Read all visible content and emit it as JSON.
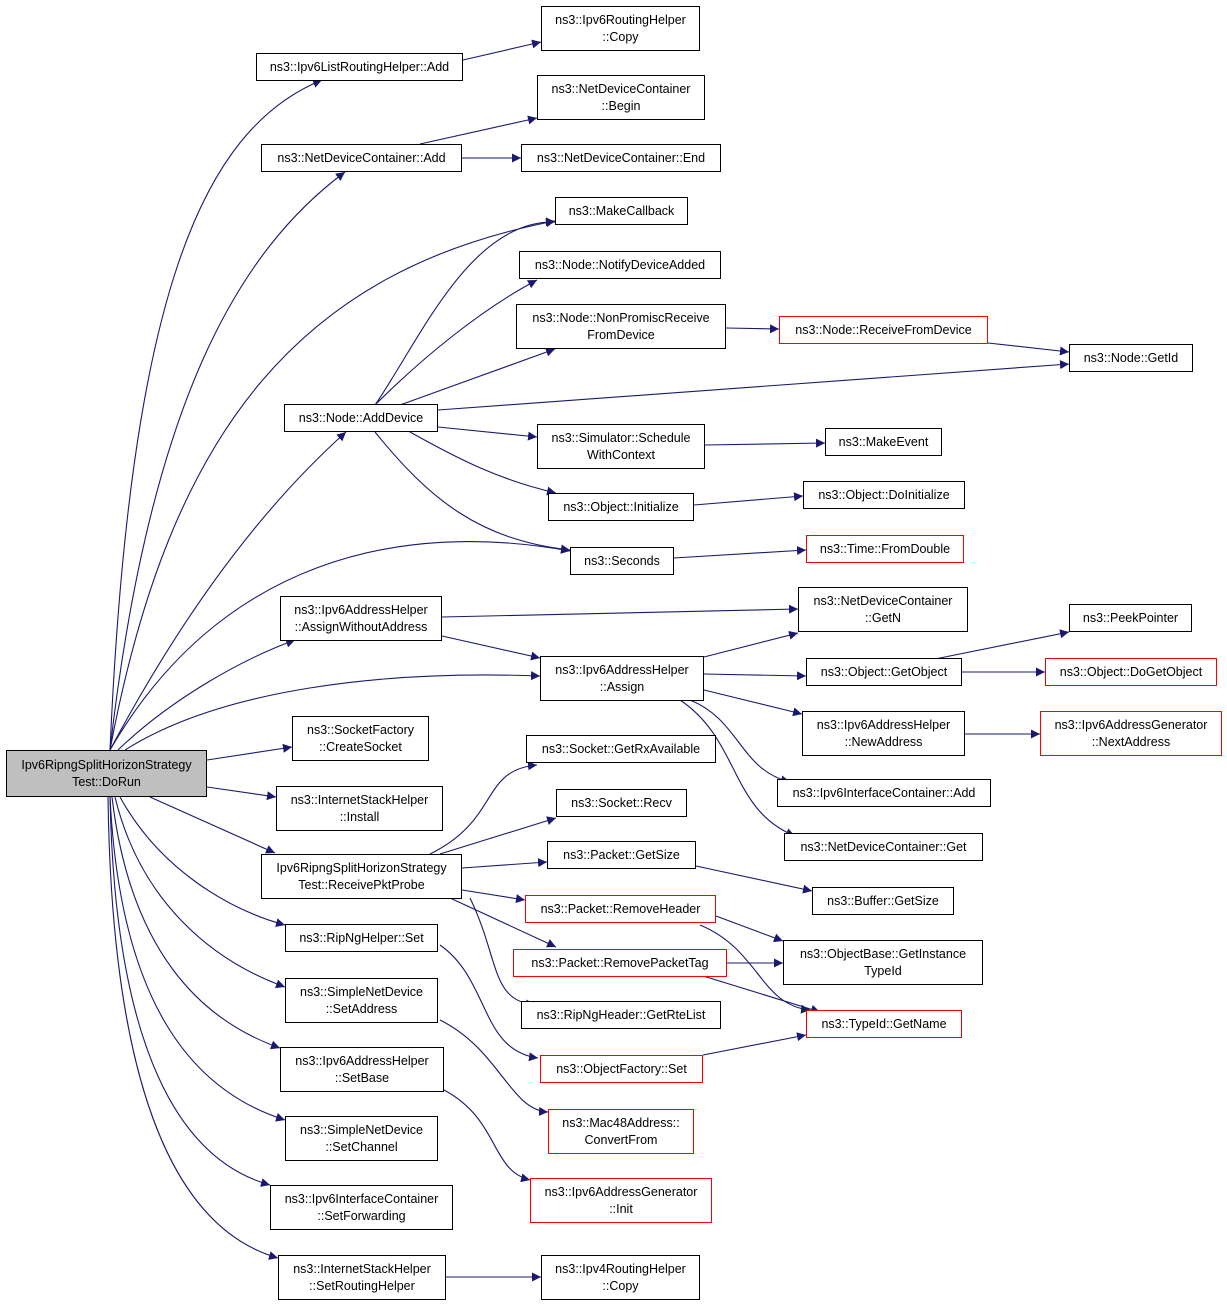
{
  "colors": {
    "edge": "#191970",
    "link_border": "#ff0000",
    "root_fill": "#bfbfbf"
  },
  "nodes": {
    "root": "Ipv6RipngSplitHorizonStrategy\nTest::DoRun",
    "ipv6_list_routing_add": "ns3::Ipv6ListRoutingHelper::Add",
    "ipv6_routing_helper_copy": "ns3::Ipv6RoutingHelper\n::Copy",
    "netdevcont_begin": "ns3::NetDeviceContainer\n::Begin",
    "netdevcont_add": "ns3::NetDeviceContainer::Add",
    "netdevcont_end": "ns3::NetDeviceContainer::End",
    "make_callback": "ns3::MakeCallback",
    "node_notify_device_added": "ns3::Node::NotifyDeviceAdded",
    "node_nonpromisc": "ns3::Node::NonPromiscReceive\nFromDevice",
    "node_receive_from_device": "ns3::Node::ReceiveFromDevice",
    "node_getid": "ns3::Node::GetId",
    "node_add_device": "ns3::Node::AddDevice",
    "simulator_schedule": "ns3::Simulator::Schedule\nWithContext",
    "make_event": "ns3::MakeEvent",
    "object_initialize": "ns3::Object::Initialize",
    "object_doinitialize": "ns3::Object::DoInitialize",
    "seconds": "ns3::Seconds",
    "time_fromdouble": "ns3::Time::FromDouble",
    "addr_assign_without": "ns3::Ipv6AddressHelper\n::AssignWithoutAddress",
    "netdevcont_getn": "ns3::NetDeviceContainer\n::GetN",
    "peek_pointer": "ns3::PeekPointer",
    "addr_assign": "ns3::Ipv6AddressHelper\n::Assign",
    "object_getobject": "ns3::Object::GetObject",
    "object_dogetobject": "ns3::Object::DoGetObject",
    "addr_newaddress": "ns3::Ipv6AddressHelper\n::NewAddress",
    "addrgen_nextaddress": "ns3::Ipv6AddressGenerator\n::NextAddress",
    "socketfactory_create": "ns3::SocketFactory\n::CreateSocket",
    "socket_getrxavailable": "ns3::Socket::GetRxAvailable",
    "ipv6ifcont_add": "ns3::Ipv6InterfaceContainer::Add",
    "socket_recv": "ns3::Socket::Recv",
    "internetstack_install": "ns3::InternetStackHelper\n::Install",
    "netdevcont_get": "ns3::NetDeviceContainer::Get",
    "receive_pkt_probe": "Ipv6RipngSplitHorizonStrategy\nTest::ReceivePktProbe",
    "packet_getsize": "ns3::Packet::GetSize",
    "buffer_getsize": "ns3::Buffer::GetSize",
    "packet_removeheader": "ns3::Packet::RemoveHeader",
    "ripng_set": "ns3::RipNgHelper::Set",
    "objectbase_getinstancetypeid": "ns3::ObjectBase::GetInstance\nTypeId",
    "packet_removepackettag": "ns3::Packet::RemovePacketTag",
    "simplenetdev_setaddress": "ns3::SimpleNetDevice\n::SetAddress",
    "ripngheader_getrtelist": "ns3::RipNgHeader::GetRteList",
    "typeid_getname": "ns3::TypeId::GetName",
    "addr_setbase": "ns3::Ipv6AddressHelper\n::SetBase",
    "objectfactory_set": "ns3::ObjectFactory::Set",
    "mac48_convertfrom": "ns3::Mac48Address::\nConvertFrom",
    "simplenetdev_setchannel": "ns3::SimpleNetDevice\n::SetChannel",
    "addrgen_init": "ns3::Ipv6AddressGenerator\n::Init",
    "ipv6ifcont_setforwarding": "ns3::Ipv6InterfaceContainer\n::SetForwarding",
    "internetstack_setrouting": "ns3::InternetStackHelper\n::SetRoutingHelper",
    "ipv4_routing_helper_copy": "ns3::Ipv4RoutingHelper\n::Copy"
  }
}
